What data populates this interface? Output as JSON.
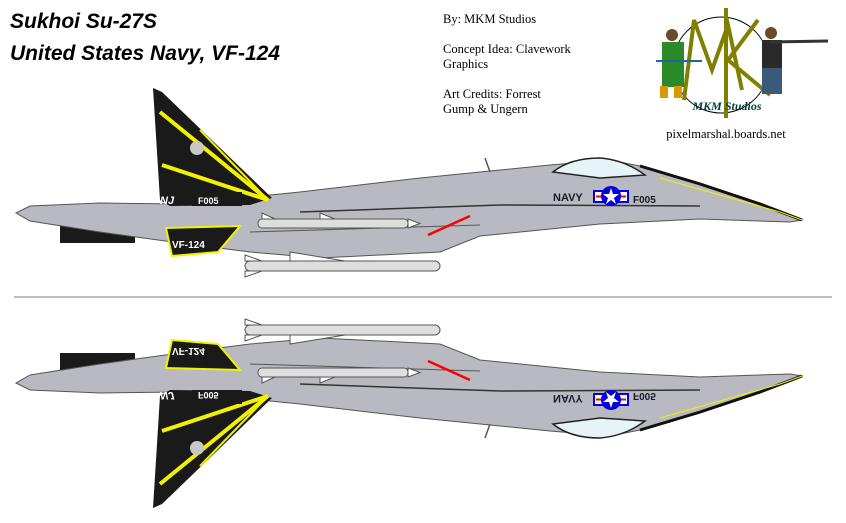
{
  "title": {
    "line1": "Sukhoi Su-27S",
    "line2": "United States Navy, VF-124"
  },
  "credits": {
    "by": "By:  MKM Studios",
    "concept_1": "Concept Idea:  Clavework",
    "concept_2": "Graphics",
    "art_1": "Art Credits:  Forrest",
    "art_2": "Gump & Ungern"
  },
  "logo": {
    "monogram": "MK",
    "studio": "MKM Studios",
    "website": "pixelmarshal.boards.net"
  },
  "markings": {
    "service": "NAVY",
    "modex": "F005",
    "tail_code": "NJ",
    "squadron": "VF-124"
  },
  "colors": {
    "airframe": "#b9b9c1",
    "tail": "#1a1a1a",
    "stripe": "#f2f200",
    "roundel_blue": "#0000e0",
    "roundel_red": "#ff0000",
    "logo_olive": "#808000"
  }
}
